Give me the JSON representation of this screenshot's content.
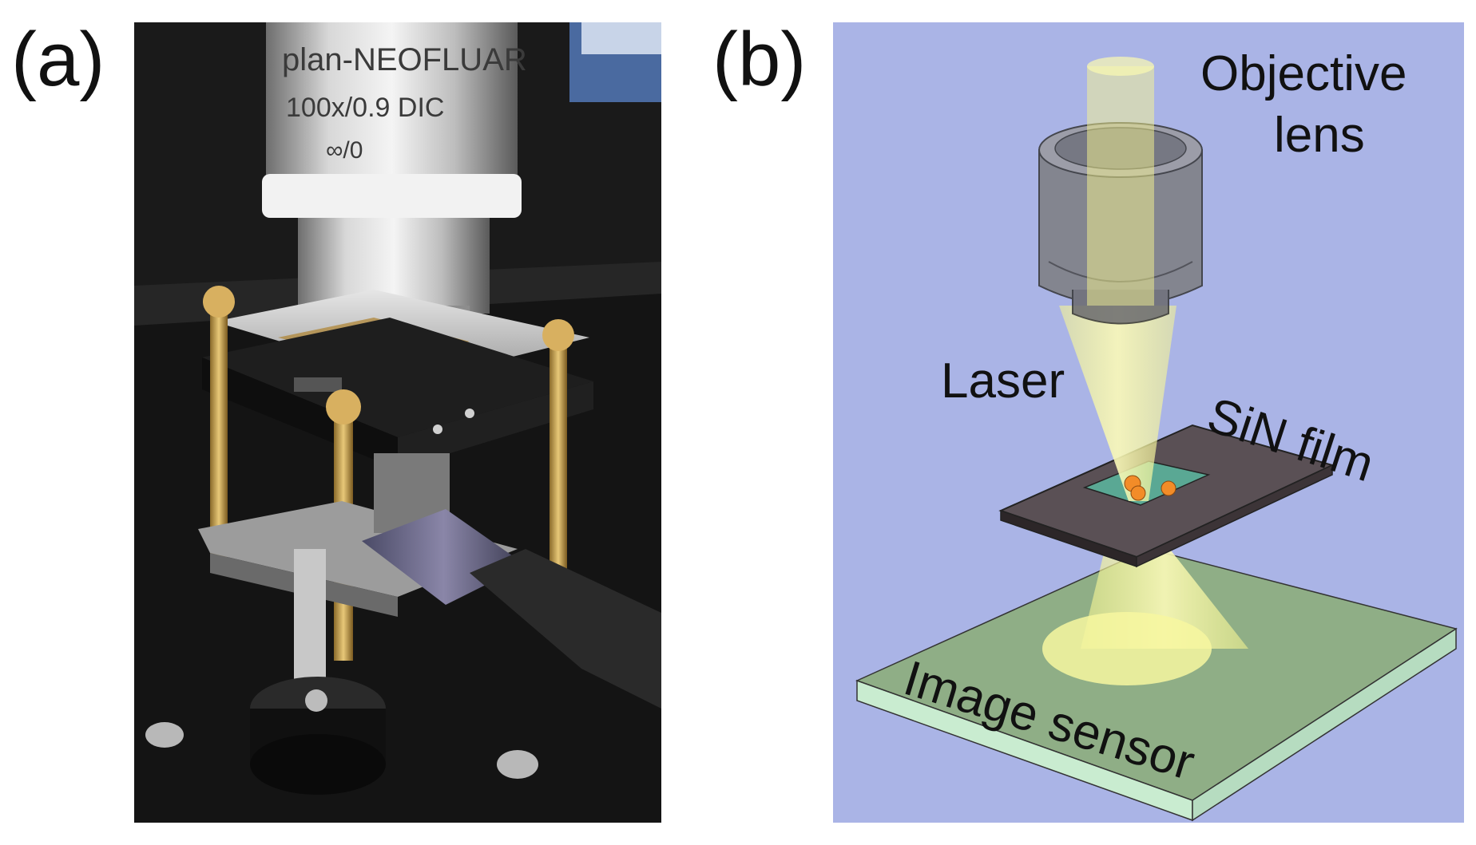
{
  "panels": {
    "a": {
      "label": "(a)"
    },
    "b": {
      "label": "(b)"
    }
  },
  "photo": {
    "objective_brand_text": "plan-NEOFLUAR",
    "objective_spec_text": "100x/0.9 DIC",
    "objective_infinity_text": "∞/0"
  },
  "schematic": {
    "background_color": "#aab4e6",
    "labels": {
      "objective_line1": "Objective",
      "objective_line2": "lens",
      "laser": "Laser",
      "sin_film": "SiN film",
      "image_sensor": "Image sensor"
    },
    "colors": {
      "beam": "#f6f58c",
      "sensor_top": "#8fae86",
      "sensor_side": "#c9ecd0",
      "film": "#5a5055",
      "particles": "#f28c28"
    }
  }
}
